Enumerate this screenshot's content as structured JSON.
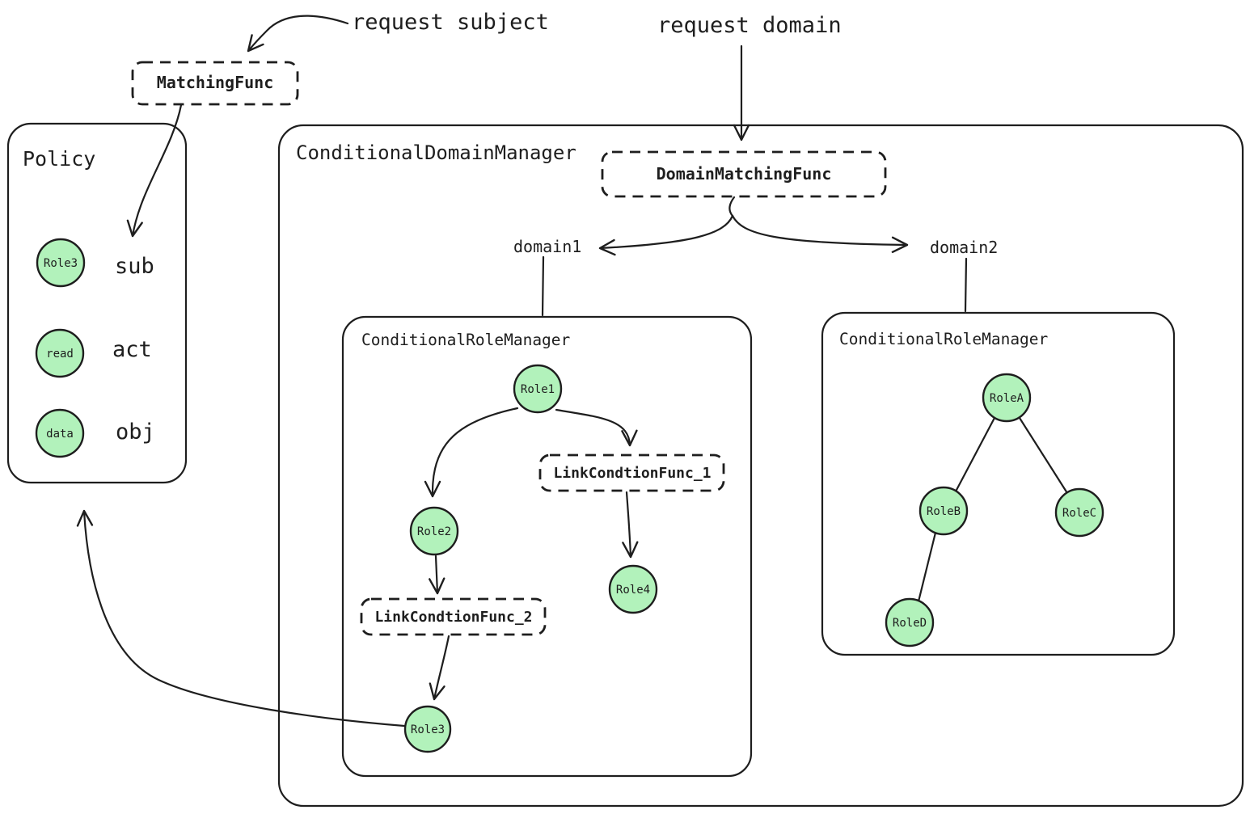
{
  "colors": {
    "ink": "#1e1e1e",
    "node_fill": "#b2f2bb",
    "matching_func_green": "#2f9e44",
    "domain_matching_blue": "#1971c2",
    "link_condition_orange": "#e8890c"
  },
  "annotations": {
    "request_subject": "request subject",
    "request_domain": "request domain"
  },
  "matching_func": {
    "label": "MatchingFunc"
  },
  "policy": {
    "title": "Policy",
    "rows": [
      {
        "node": "Role3",
        "field": "sub"
      },
      {
        "node": "read",
        "field": "act"
      },
      {
        "node": "data",
        "field": "obj"
      }
    ]
  },
  "domain_manager": {
    "title": "ConditionalDomainManager",
    "domain_matching_func_label": "DomainMatchingFunc",
    "domains": [
      {
        "label": "domain1"
      },
      {
        "label": "domain2"
      }
    ],
    "role_manager_1": {
      "title": "ConditionalRoleManager",
      "nodes": {
        "role1": "Role1",
        "role2": "Role2",
        "role3": "Role3",
        "role4": "Role4"
      },
      "link_condition_func_1": "LinkCondtionFunc_1",
      "link_condition_func_2": "LinkCondtionFunc_2"
    },
    "role_manager_2": {
      "title": "ConditionalRoleManager",
      "nodes": {
        "roleA": "RoleA",
        "roleB": "RoleB",
        "roleC": "RoleC",
        "roleD": "RoleD"
      }
    }
  }
}
